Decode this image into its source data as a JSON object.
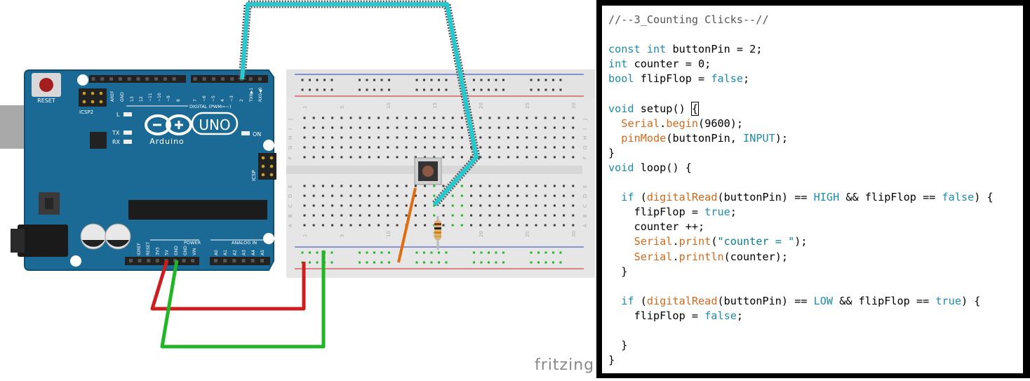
{
  "diagram": {
    "board": {
      "reset_label": "RESET",
      "icsp2_label": "ICSP2",
      "icsp_label": "ICSP",
      "uno_label": "UNO",
      "brand_label": "Arduino",
      "digital_label": "DIGITAL (PWM=~)",
      "power_label": "POWER",
      "analog_label": "ANALOG IN",
      "on_label": "ON",
      "l_label": "L",
      "tx_label": "TX",
      "rx_label": "RX",
      "top_pin_labels": [
        "AREF",
        "GND",
        "13",
        "12",
        "~11",
        "~10",
        "~9",
        "8",
        "7",
        "~6",
        "~5",
        "4",
        "~3",
        "2",
        "TX0▶1",
        "RX0◀0"
      ],
      "power_pin_labels": [
        "IOREF",
        "RESET",
        "3V3",
        "5V",
        "GND",
        "GND",
        "VIN"
      ],
      "analog_pin_labels": [
        "A0",
        "A1",
        "A2",
        "A3",
        "A4",
        "A5"
      ]
    },
    "breadboard": {
      "column_numbers": [
        "1",
        "5",
        "10",
        "15",
        "20",
        "25",
        "30"
      ],
      "row_letters_top": [
        "J",
        "I",
        "H",
        "G",
        "F"
      ],
      "row_letters_bottom": [
        "E",
        "D",
        "C",
        "B",
        "A"
      ]
    },
    "watermark": "fritzing",
    "colors": {
      "board": "#1b6a96",
      "board_edge": "#0f4f72",
      "breadboard": "#e6e6e6",
      "wire_red": "#cc1e1e",
      "wire_green": "#22b526",
      "wire_cyan": "#27c9cf",
      "wire_orange": "#e06c12"
    }
  },
  "code": {
    "lines": [
      "//--3_Counting Clicks--//",
      "",
      "const int buttonPin = 2;",
      "int counter = 0;",
      "bool flipFlop = false;",
      "",
      "void setup() {",
      "  Serial.begin(9600);",
      "  pinMode(buttonPin, INPUT);",
      "}",
      "void loop() {",
      "",
      "  if (digitalRead(buttonPin) == HIGH && flipFlop == false) {",
      "    flipFlop = true;",
      "    counter ++;",
      "    Serial.print(\"counter = \");",
      "    Serial.println(counter);",
      "  }",
      "",
      "  if (digitalRead(buttonPin) == LOW && flipFlop == true) {",
      "    flipFlop = false;",
      "",
      "  }",
      "}"
    ],
    "keywords": [
      "const",
      "int",
      "bool",
      "void",
      "if",
      "false",
      "true",
      "HIGH",
      "LOW",
      "INPUT"
    ],
    "functions": [
      "Serial",
      "begin",
      "pinMode",
      "digitalRead",
      "print",
      "println"
    ],
    "colors": {
      "keyword": "#1e8ca8",
      "function": "#d2691e",
      "string": "#0a7c8c",
      "comment": "#555555"
    }
  }
}
